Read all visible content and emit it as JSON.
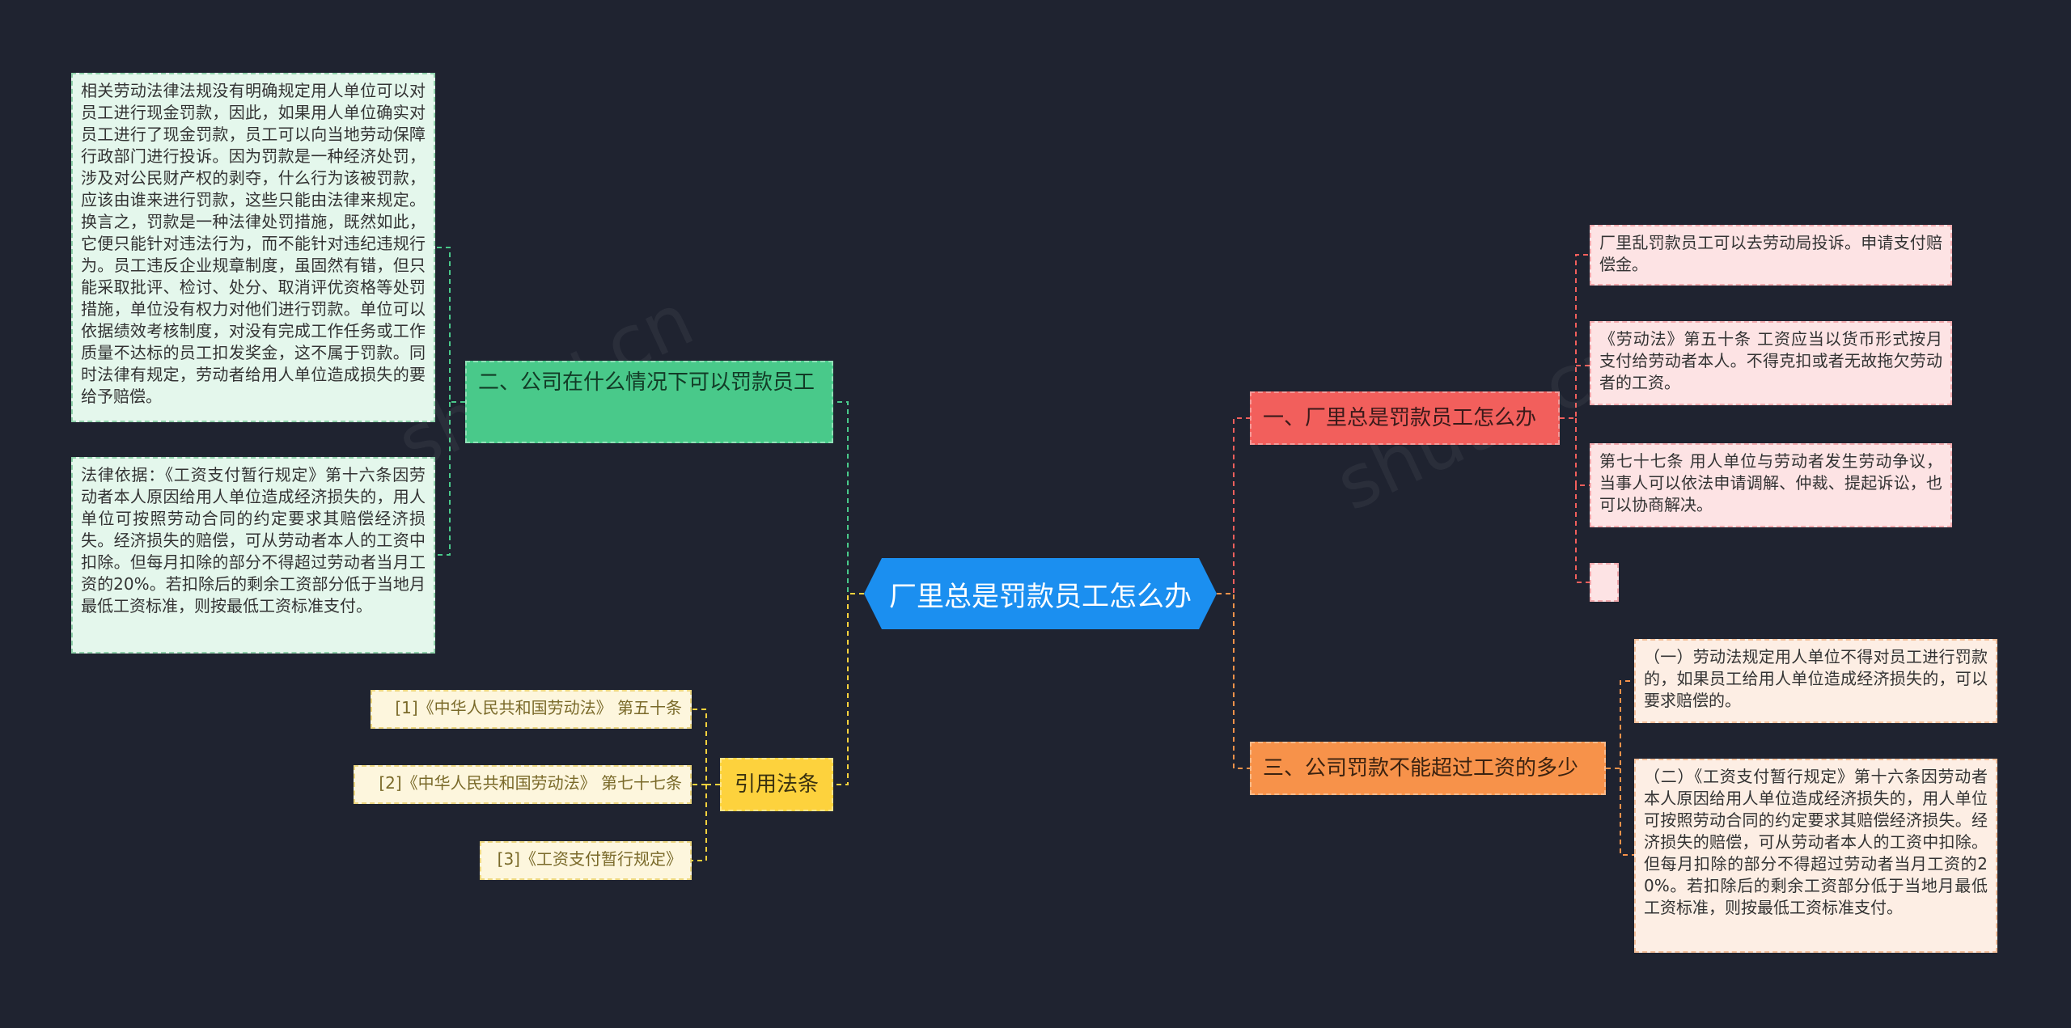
{
  "center": {
    "title": "厂里总是罚款员工怎么办"
  },
  "branches": {
    "b1": {
      "label": "一、厂里总是罚款员工怎么办"
    },
    "b2": {
      "label": "二、公司在什么情况下可以罚款员工"
    },
    "b3": {
      "label": "三、公司罚款不能超过工资的多少"
    },
    "b4": {
      "label": "引用法条"
    }
  },
  "leaves": {
    "g1": "相关劳动法律法规没有明确规定用人单位可以对员工进行现金罚款，因此，如果用人单位确实对员工进行了现金罚款，员工可以向当地劳动保障行政部门进行投诉。因为罚款是一种经济处罚，涉及对公民财产权的剥夺，什么行为该被罚款，应该由谁来进行罚款，这些只能由法律来规定。换言之，罚款是一种法律处罚措施，既然如此，它便只能针对违法行为，而不能针对违纪违规行为。员工违反企业规章制度，虽固然有错，但只能采取批评、检讨、处分、取消评优资格等处罚措施，单位没有权力对他们进行罚款。单位可以依据绩效考核制度，对没有完成工作任务或工作质量不达标的员工扣发奖金，这不属于罚款。同时法律有规定，劳动者给用人单位造成损失的要给予赔偿。",
    "g2": "法律依据：《工资支付暂行规定》第十六条因劳动者本人原因给用人单位造成经济损失的，用人单位可按照劳动合同的约定要求其赔偿经济损失。经济损失的赔偿，可从劳动者本人的工资中扣除。但每月扣除的部分不得超过劳动者当月工资的20%。若扣除后的剩余工资部分低于当地月最低工资标准，则按最低工资标准支付。",
    "r1": "厂里乱罚款员工可以去劳动局投诉。申请支付赔偿金。",
    "r2": "《劳动法》第五十条 工资应当以货币形式按月支付给劳动者本人。不得克扣或者无故拖欠劳动者的工资。",
    "r3": "第七十七条 用人单位与劳动者发生劳动争议，当事人可以依法申请调解、仲裁、提起诉讼，也可以协商解决。",
    "r4": "",
    "o1": "（一）劳动法规定用人单位不得对员工进行罚款的，如果员工给用人单位造成经济损失的，可以要求赔偿的。",
    "o2": "（二）《工资支付暂行规定》第十六条因劳动者本人原因给用人单位造成经济损失的，用人单位可按照劳动合同的约定要求其赔偿经济损失。经济损失的赔偿，可从劳动者本人的工资中扣除。但每月扣除的部分不得超过劳动者当月工资的20%。若扣除后的剩余工资部分低于当地月最低工资标准，则按最低工资标准支付。",
    "y1": "[1]《中华人民共和国劳动法》 第五十条",
    "y2": "[2]《中华人民共和国劳动法》 第七十七条",
    "y3": "[3]《工资支付暂行规定》"
  },
  "colors": {
    "center": "#1b8ff0",
    "red": "#f25f5c",
    "green": "#49c98a",
    "orange": "#f7924a",
    "yellow": "#fdd23d"
  },
  "watermark": "shutu.cn"
}
